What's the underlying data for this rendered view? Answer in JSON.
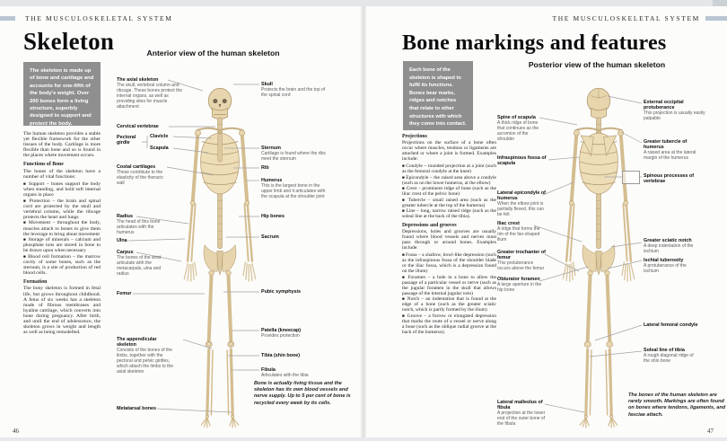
{
  "page_header": {
    "left": "THE MUSCULOSKELETAL SYSTEM",
    "right": "THE MUSCULOSKELETAL SYSTEM"
  },
  "colors": {
    "accent_bar": "#b9c5d3",
    "intro_box_bg": "#8f8f8f",
    "bone": "#e7d5ad"
  },
  "left_page": {
    "page_number": "46",
    "title": "Skeleton",
    "intro_box": "The skeleton is made up of bone and cartilage and accounts for one-fifth of the body's weight. Over 200 bones form a living structure, superbly designed to support and protect the body.",
    "intro_paragraph": "The human skeleton provides a stable yet flexible framework for the other tissues of the body. Cartilage is more flexible than bone and so is found in the places where movement occurs.",
    "functions": {
      "heading": "Functions of Bone",
      "lead": "The bones of the skeleton have a number of vital functions:",
      "bullets": [
        "Support – bones support the body when standing, and hold soft internal organs in place",
        "Protection – the brain and spinal cord are protected by the skull and vertebral column, while the ribcage protects the heart and lungs",
        "Movement – throughout the body, muscles attach to bones to give them the leverage to bring about movement",
        "Storage of minerals – calcium and phosphate ions are stored in bone to be drawn upon when necessary",
        "Blood cell formation – the marrow cavity of some bones, such as the sternum, is a site of production of red blood cells."
      ]
    },
    "formation": {
      "heading": "Formation",
      "text": "The bony skeleton is formed in fetal life, but grows throughout childhood. A fetus of six weeks has a skeleton made of fibrous membranes and hyaline cartilage, which converts into bone during pregnancy. After birth, and until the end of adolescence, the skeleton grows in weight and length as well as being remodelled."
    },
    "figure_title": "Anterior view of the human skeleton",
    "labels_left": [
      {
        "name": "The axial skeleton",
        "desc": "The skull, vertebral column and ribcage. These bones protect the internal organs, as well as providing sites for muscle attachment"
      },
      {
        "name": "Cervical vertebrae",
        "desc": ""
      },
      {
        "name": "Pectoral girdle",
        "desc": ""
      },
      {
        "name": "Clavicle",
        "desc": ""
      },
      {
        "name": "Scapula",
        "desc": ""
      },
      {
        "name": "Costal cartilages",
        "desc": "These contribute to the elasticity of the thoracic wall"
      },
      {
        "name": "Radius",
        "desc": "The head of this bone articulates with the humerus"
      },
      {
        "name": "Ulna",
        "desc": ""
      },
      {
        "name": "Carpus",
        "desc": "The bones of the wrist articulate with the metacarpals, ulna and radius"
      },
      {
        "name": "Femur",
        "desc": ""
      },
      {
        "name": "The appendicular skeleton",
        "desc": "Consists of the bones of the limbs, together with the pectoral and pelvic girdles, which attach the limbs to the axial skeleton"
      },
      {
        "name": "Metatarsal bones",
        "desc": ""
      }
    ],
    "labels_right": [
      {
        "name": "Skull",
        "desc": "Protects the brain and the top of the spinal cord"
      },
      {
        "name": "Sternum",
        "desc": "Cartilage is found where the ribs meet the sternum"
      },
      {
        "name": "Rib",
        "desc": ""
      },
      {
        "name": "Humerus",
        "desc": "This is the largest bone in the upper limb and it articulates with the scapula at the shoulder joint"
      },
      {
        "name": "Hip bones",
        "desc": ""
      },
      {
        "name": "Sacrum",
        "desc": ""
      },
      {
        "name": "Pubic symphysis",
        "desc": ""
      },
      {
        "name": "Patella (kneecap)",
        "desc": "Provides protection"
      },
      {
        "name": "Tibia (shin bone)",
        "desc": ""
      },
      {
        "name": "Fibula",
        "desc": "Articulates with the tibia"
      }
    ],
    "caption": "Bone is actually living tissue and the skeleton has its own blood vessels and nerve supply. Up to 5 per cent of bone is recycled every week by its cells."
  },
  "right_page": {
    "page_number": "47",
    "title": "Bone markings and features",
    "intro_box": "Each bone of the skeleton is shaped to fulfil its functions. Bones bear marks, ridges and notches that relate to other structures with which they come into contact.",
    "projections": {
      "heading": "Projections",
      "lead": "Projections on the surface of a bone often occur where muscles, tendons or ligaments are attached or where a joint is formed. Examples include:",
      "bullets": [
        "Condyle – rounded projection at a joint (such as the femoral condyle at the knee)",
        "Epicondyle – the raised area above a condyle (such as on the lower humerus, at the elbow)",
        "Crest – prominent ridge of bone (such as the iliac crest of the pelvic bone)",
        "Tubercle – small raised area (such as the greater tubercle at the top of the humerus)",
        "Line – long, narrow raised ridge (such as the soleal line at the back of the tibia)."
      ]
    },
    "depressions": {
      "heading": "Depressions and grooves",
      "lead": "Depressions, holes and grooves are usually found where blood vessels and nerves must pass through or around bones. Examples include:",
      "bullets": [
        "Fossa – a shallow, bowl-like depression (such as the infraspinous fossa of the shoulder blade or the iliac fossa, which is a depression found on the ilium)",
        "Foramen – a hole in a bone to allow the passage of a particular vessel or nerve (such as the jugular foramen in the skull that allows passage of the internal jugular vein)",
        "Notch – an indentation that is found at the edge of a bone (such as the greater sciatic notch, which is partly formed by the ilium)",
        "Groove – a furrow or elongated depression that marks the route of a vessel or nerve along a bone (such as the oblique radial groove at the back of the humerus)."
      ]
    },
    "figure_title": "Posterior view of the human skeleton",
    "labels_left": [
      {
        "name": "Spine of scapula",
        "desc": "A thick ridge of bone that continues as the acromion of the shoulder"
      },
      {
        "name": "Infraspinous fossa of scapula",
        "desc": ""
      },
      {
        "name": "Lateral epicondyle of humerus",
        "desc": "When the elbow joint is partially flexed, this can be felt"
      },
      {
        "name": "Iliac crest",
        "desc": "A ridge that forms the rim of the fan-shaped ilium"
      },
      {
        "name": "Greater trochanter of femur",
        "desc": "This protuberance occurs above the femur"
      },
      {
        "name": "Obturator foramen",
        "desc": "A large aperture in the hip bone"
      },
      {
        "name": "Lateral malleolus of fibula",
        "desc": "A projection at the lower end of the outer bone of the fibula"
      }
    ],
    "labels_right": [
      {
        "name": "External occipital protuberance",
        "desc": "This projection is usually easily palpable"
      },
      {
        "name": "Greater tubercle of humerus",
        "desc": "A raised area at the lateral margin of the humerus"
      },
      {
        "name": "Spinous processes of vertebrae",
        "desc": ""
      },
      {
        "name": "Greater sciatic notch",
        "desc": "A deep indentation of the ischium"
      },
      {
        "name": "Ischial tuberosity",
        "desc": "A protuberance of the ischium"
      },
      {
        "name": "Lateral femoral condyle",
        "desc": ""
      },
      {
        "name": "Soleal line of tibia",
        "desc": "A rough diagonal ridge of the shin bone"
      }
    ],
    "caption": "The bones of the human skeleton are rarely smooth. Markings are often found on bones where tendons, ligaments, and fasciae attach."
  }
}
